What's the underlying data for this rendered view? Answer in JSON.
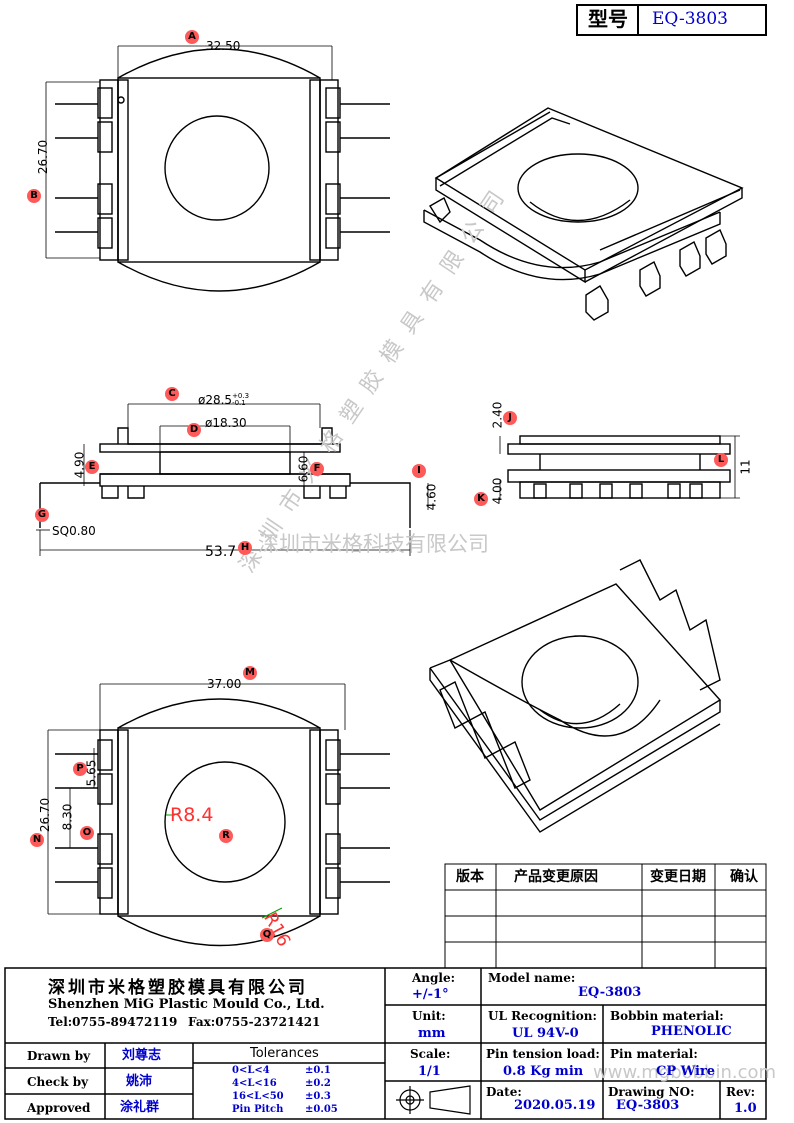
{
  "header": {
    "type_label": "型号",
    "model": "EQ-3803"
  },
  "watermark": {
    "company": "深圳市米格科技有限公司",
    "diagonal": "深圳市米格塑胶模具有限公司",
    "url": "www.mgbobbin.com"
  },
  "top_view": {
    "dim_a": "32.50",
    "dim_b": "26.70"
  },
  "side_view": {
    "dim_c_main": "ø28.5",
    "dim_c_tol_up": "+0.3",
    "dim_c_tol_down": "-0.1",
    "dim_d": "ø18.30",
    "dim_e": "4.90",
    "dim_f": "6.60",
    "dim_g": "SQ0.80",
    "dim_h": "53.7",
    "dim_i": "4.60"
  },
  "end_view": {
    "dim_j": "2.40",
    "dim_k": "4.00",
    "dim_l": "11"
  },
  "bottom_view": {
    "dim_m": "37.00",
    "dim_n": "26.70",
    "dim_o": "8.30",
    "dim_p": "5.65",
    "dim_r": "R8.4",
    "dim_q": "R16"
  },
  "bubbles": [
    "A",
    "B",
    "C",
    "D",
    "E",
    "F",
    "G",
    "H",
    "I",
    "J",
    "K",
    "L",
    "M",
    "N",
    "O",
    "P",
    "Q",
    "R"
  ],
  "revision_table": {
    "headers": [
      "版本",
      "产品变更原因",
      "变更日期",
      "确认"
    ]
  },
  "title_block": {
    "company_cn": "深圳市米格塑胶模具有限公司",
    "company_en": "Shenzhen MiG Plastic Mould Co., Ltd.",
    "tel": "Tel:0755-89472119",
    "fax": "Fax:0755-23721421",
    "drawn_by_label": "Drawn by",
    "drawn_by": "刘尊志",
    "check_by_label": "Check by",
    "check_by": "姚沛",
    "approved_label": "Approved",
    "approved": "涂礼群",
    "tolerances_label": "Tolerances",
    "tolerances": [
      {
        "range": "0<L<4",
        "value": "±0.1"
      },
      {
        "range": "4<L<16",
        "value": "±0.2"
      },
      {
        "range": "16<L<50",
        "value": "±0.3"
      },
      {
        "range": "Pin Pitch",
        "value": "±0.05"
      }
    ],
    "angle_label": "Angle:",
    "angle": "+/-1°",
    "unit_label": "Unit:",
    "unit": "mm",
    "scale_label": "Scale:",
    "scale": "1/1",
    "model_name_label": "Model name:",
    "model_name": "EQ-3803",
    "ul_label": "UL Recognition:",
    "ul": "UL 94V-0",
    "bobbin_label": "Bobbin material:",
    "bobbin": "PHENOLIC",
    "pin_tension_label": "Pin tension load:",
    "pin_tension": "0.8 Kg min",
    "pin_material_label": "Pin material:",
    "pin_material": "CP Wire",
    "date_label": "Date:",
    "date": "2020.05.19",
    "drawing_no_label": "Drawing NO:",
    "drawing_no": "EQ-3803",
    "rev_label": "Rev:",
    "rev": "1.0"
  }
}
